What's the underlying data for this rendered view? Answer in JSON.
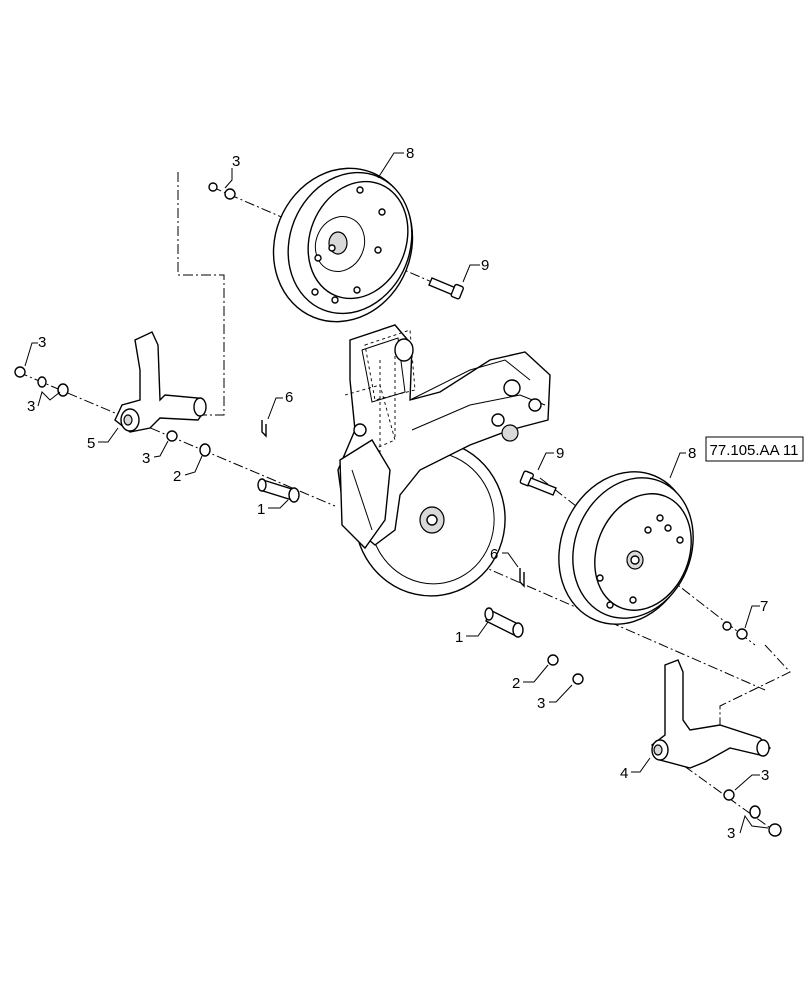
{
  "reference_code": "77.105.AA 11",
  "callouts": {
    "c1a": "1",
    "c1b": "1",
    "c2a": "2",
    "c2b": "2",
    "c3a": "3",
    "c3b": "3",
    "c3c": "3",
    "c3d": "3",
    "c3e": "3",
    "c3f": "3",
    "c3g": "3",
    "c4": "4",
    "c5": "5",
    "c6a": "6",
    "c6b": "6",
    "c7": "7",
    "c8a": "8",
    "c8b": "8",
    "c9a": "9",
    "c9b": "9"
  }
}
